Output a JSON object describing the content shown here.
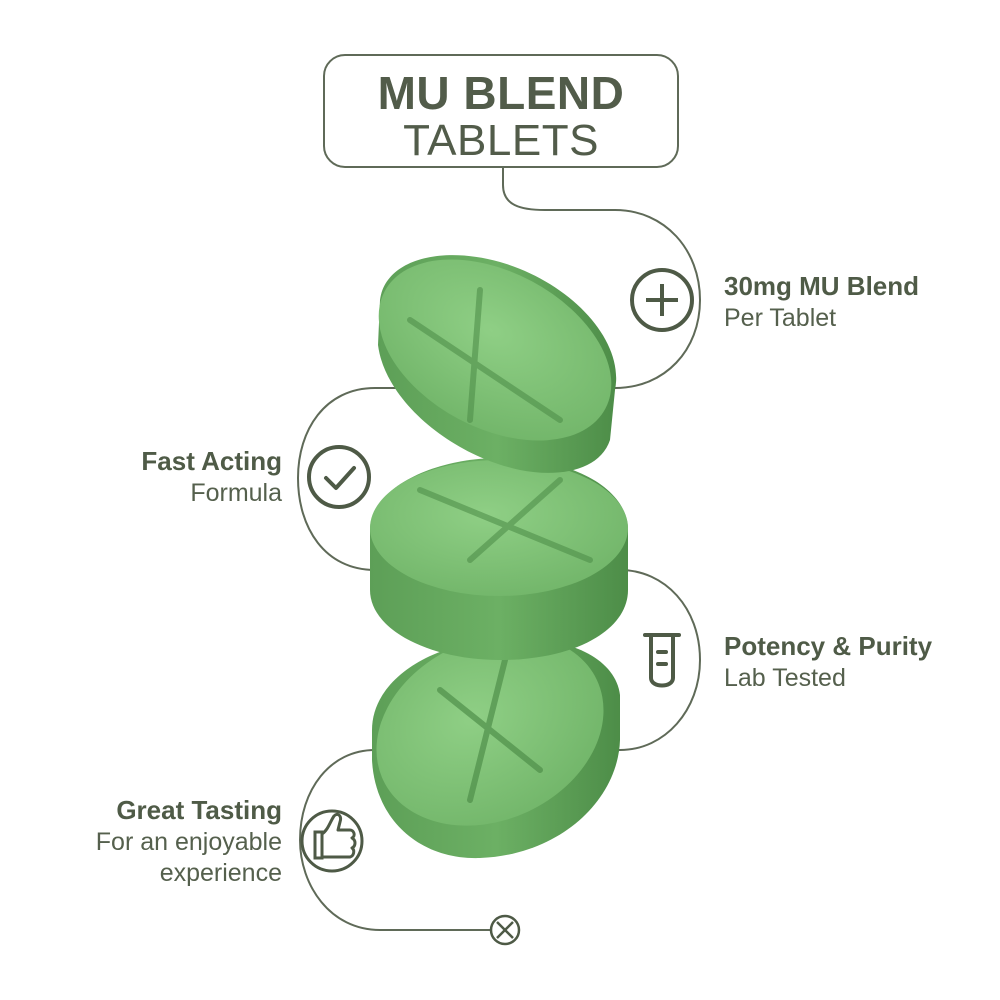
{
  "title": {
    "line1": "MU BLEND",
    "line2": "TABLETS"
  },
  "features": [
    {
      "heading": "30mg MU Blend",
      "sub": "Per Tablet",
      "icon": "circle-cross-icon"
    },
    {
      "heading": "Fast Acting",
      "sub": "Formula",
      "icon": "checkmark-circle-icon"
    },
    {
      "heading": "Potency & Purity",
      "sub": "Lab Tested",
      "icon": "test-tube-icon"
    },
    {
      "heading": "Great Tasting",
      "sub": "For an enjoyable",
      "sub2": "experience",
      "icon": "thumbs-up-icon"
    }
  ],
  "colors": {
    "line": "#5f6a58",
    "icon": "#4e5a46",
    "tablet_light": "#84c77a",
    "tablet_mid": "#6aaf62",
    "tablet_dark": "#4f8f4a"
  },
  "end_marker_icon": "circle-x-icon"
}
